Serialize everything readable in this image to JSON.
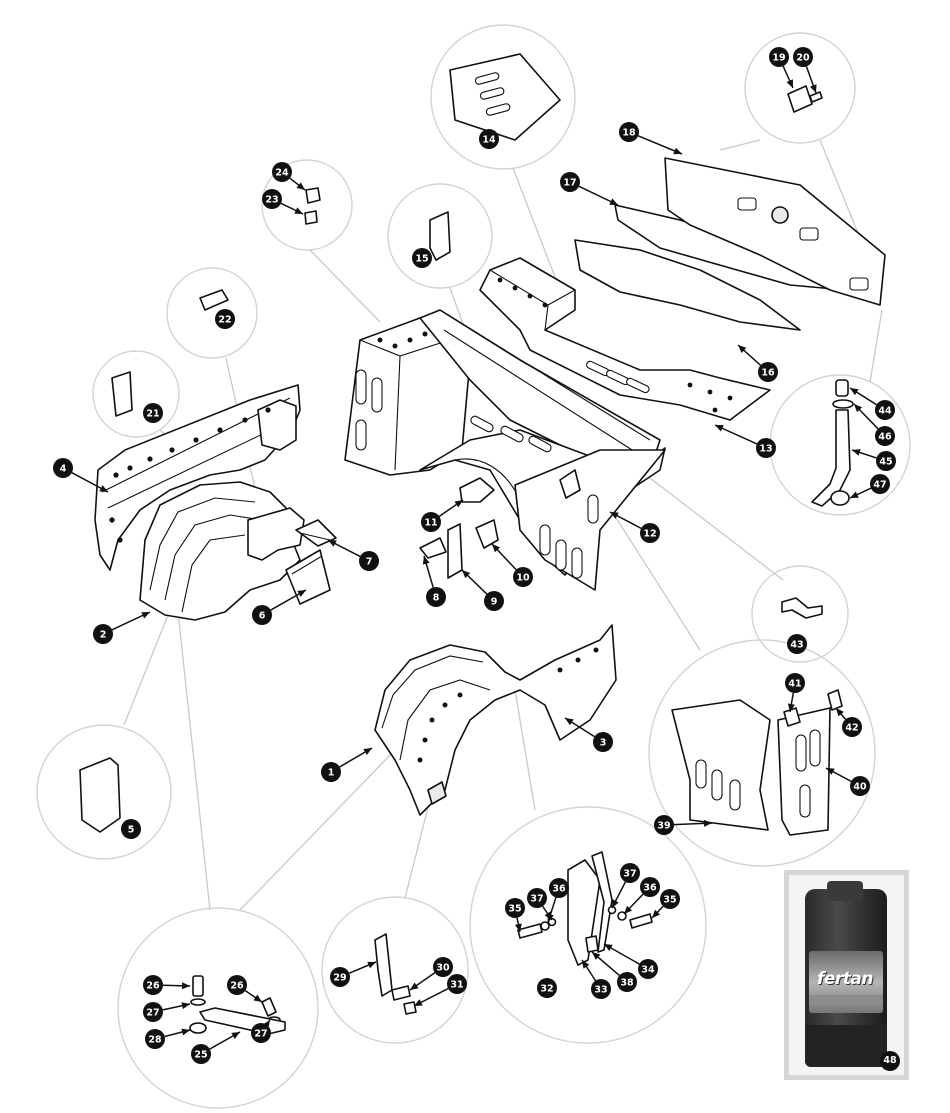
{
  "callouts": [
    "1",
    "2",
    "3",
    "4",
    "5",
    "6",
    "7",
    "8",
    "9",
    "10",
    "11",
    "12",
    "13",
    "14",
    "15",
    "16",
    "17",
    "18",
    "19",
    "20",
    "21",
    "22",
    "23",
    "24",
    "25",
    "26",
    "27",
    "28",
    "29",
    "30",
    "31",
    "32",
    "33",
    "34",
    "35",
    "36",
    "37",
    "38",
    "39",
    "40",
    "41",
    "42",
    "43",
    "44",
    "45",
    "46",
    "47",
    "48"
  ],
  "product_photo": {
    "brand_text": "fertan",
    "callout": "48"
  },
  "colors": {
    "line": "#111111",
    "detail_circle": "#d4d4d4",
    "callout_fill": "#111111",
    "callout_text": "#ffffff"
  }
}
